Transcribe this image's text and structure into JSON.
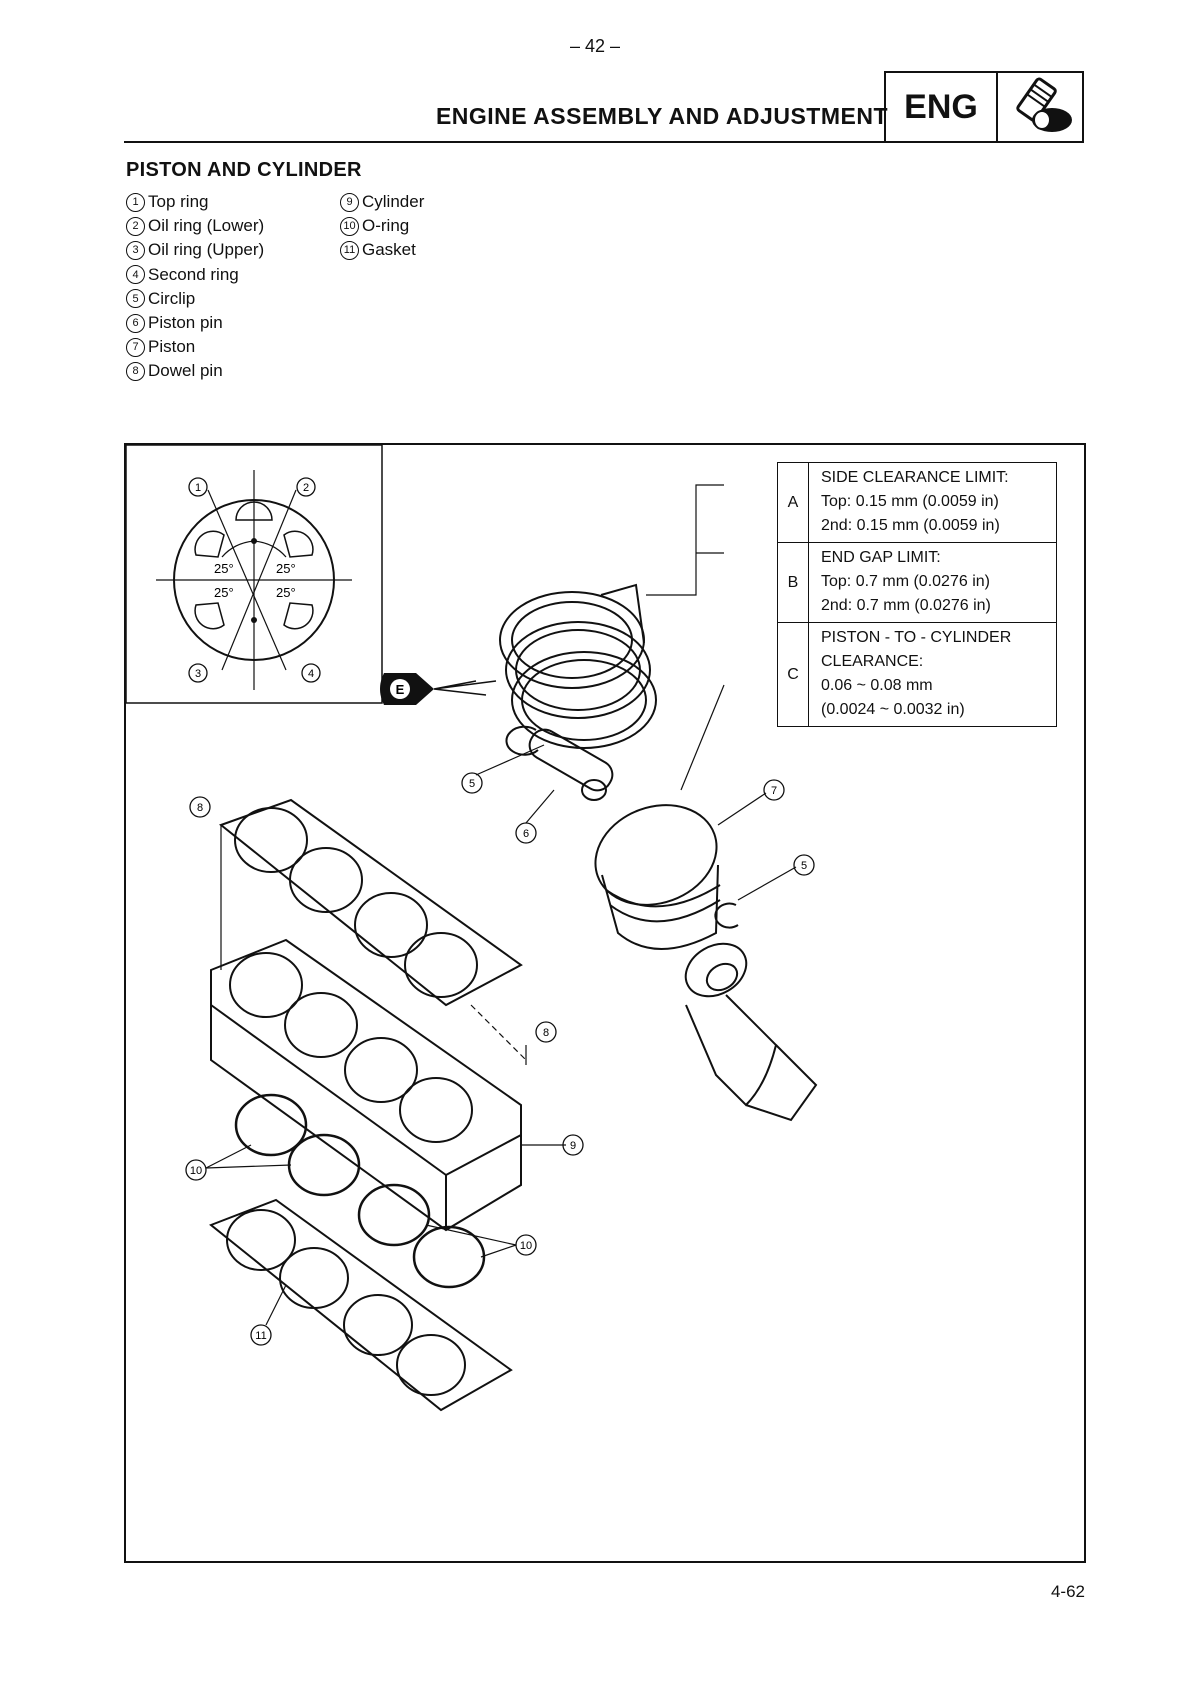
{
  "page_number": "– 42 –",
  "header": {
    "title": "ENGINE ASSEMBLY AND ADJUSTMENT",
    "badge": "ENG"
  },
  "section_title": "PISTON AND CYLINDER",
  "legend": {
    "col1": [
      {
        "num": "1",
        "label": "Top ring"
      },
      {
        "num": "2",
        "label": "Oil ring (Lower)"
      },
      {
        "num": "3",
        "label": "Oil ring (Upper)"
      },
      {
        "num": "4",
        "label": "Second ring"
      },
      {
        "num": "5",
        "label": "Circlip"
      },
      {
        "num": "6",
        "label": "Piston pin"
      },
      {
        "num": "7",
        "label": "Piston"
      },
      {
        "num": "8",
        "label": "Dowel pin"
      }
    ],
    "col2": [
      {
        "num": "9",
        "label": "Cylinder"
      },
      {
        "num": "10",
        "label": "O-ring"
      },
      {
        "num": "11",
        "label": "Gasket"
      }
    ]
  },
  "spec_table": [
    {
      "key": "A",
      "lines": [
        "SIDE CLEARANCE LIMIT:",
        "Top: 0.15 mm (0.0059 in)",
        "2nd: 0.15 mm (0.0059 in)"
      ]
    },
    {
      "key": "B",
      "lines": [
        "END GAP LIMIT:",
        "Top: 0.7 mm (0.0276 in)",
        "2nd: 0.7 mm (0.0276 in)"
      ]
    },
    {
      "key": "C",
      "lines": [
        "PISTON - TO - CYLINDER",
        "CLEARANCE:",
        "0.06 ~ 0.08 mm",
        "(0.0024 ~ 0.0032 in)"
      ]
    }
  ],
  "ring_gap_diagram": {
    "angles": [
      "25°",
      "25°",
      "25°",
      "25°"
    ],
    "callouts": [
      "1",
      "2",
      "3",
      "4"
    ]
  },
  "oil_symbol": "E",
  "callouts": {
    "circlip_left": "5",
    "piston_pin": "6",
    "piston": "7",
    "circlip_right": "5",
    "dowel_left": "8",
    "dowel_right": "8",
    "cylinder": "9",
    "oring_left": "10",
    "oring_right": "10",
    "gasket": "11"
  },
  "footer_page": "4-62"
}
